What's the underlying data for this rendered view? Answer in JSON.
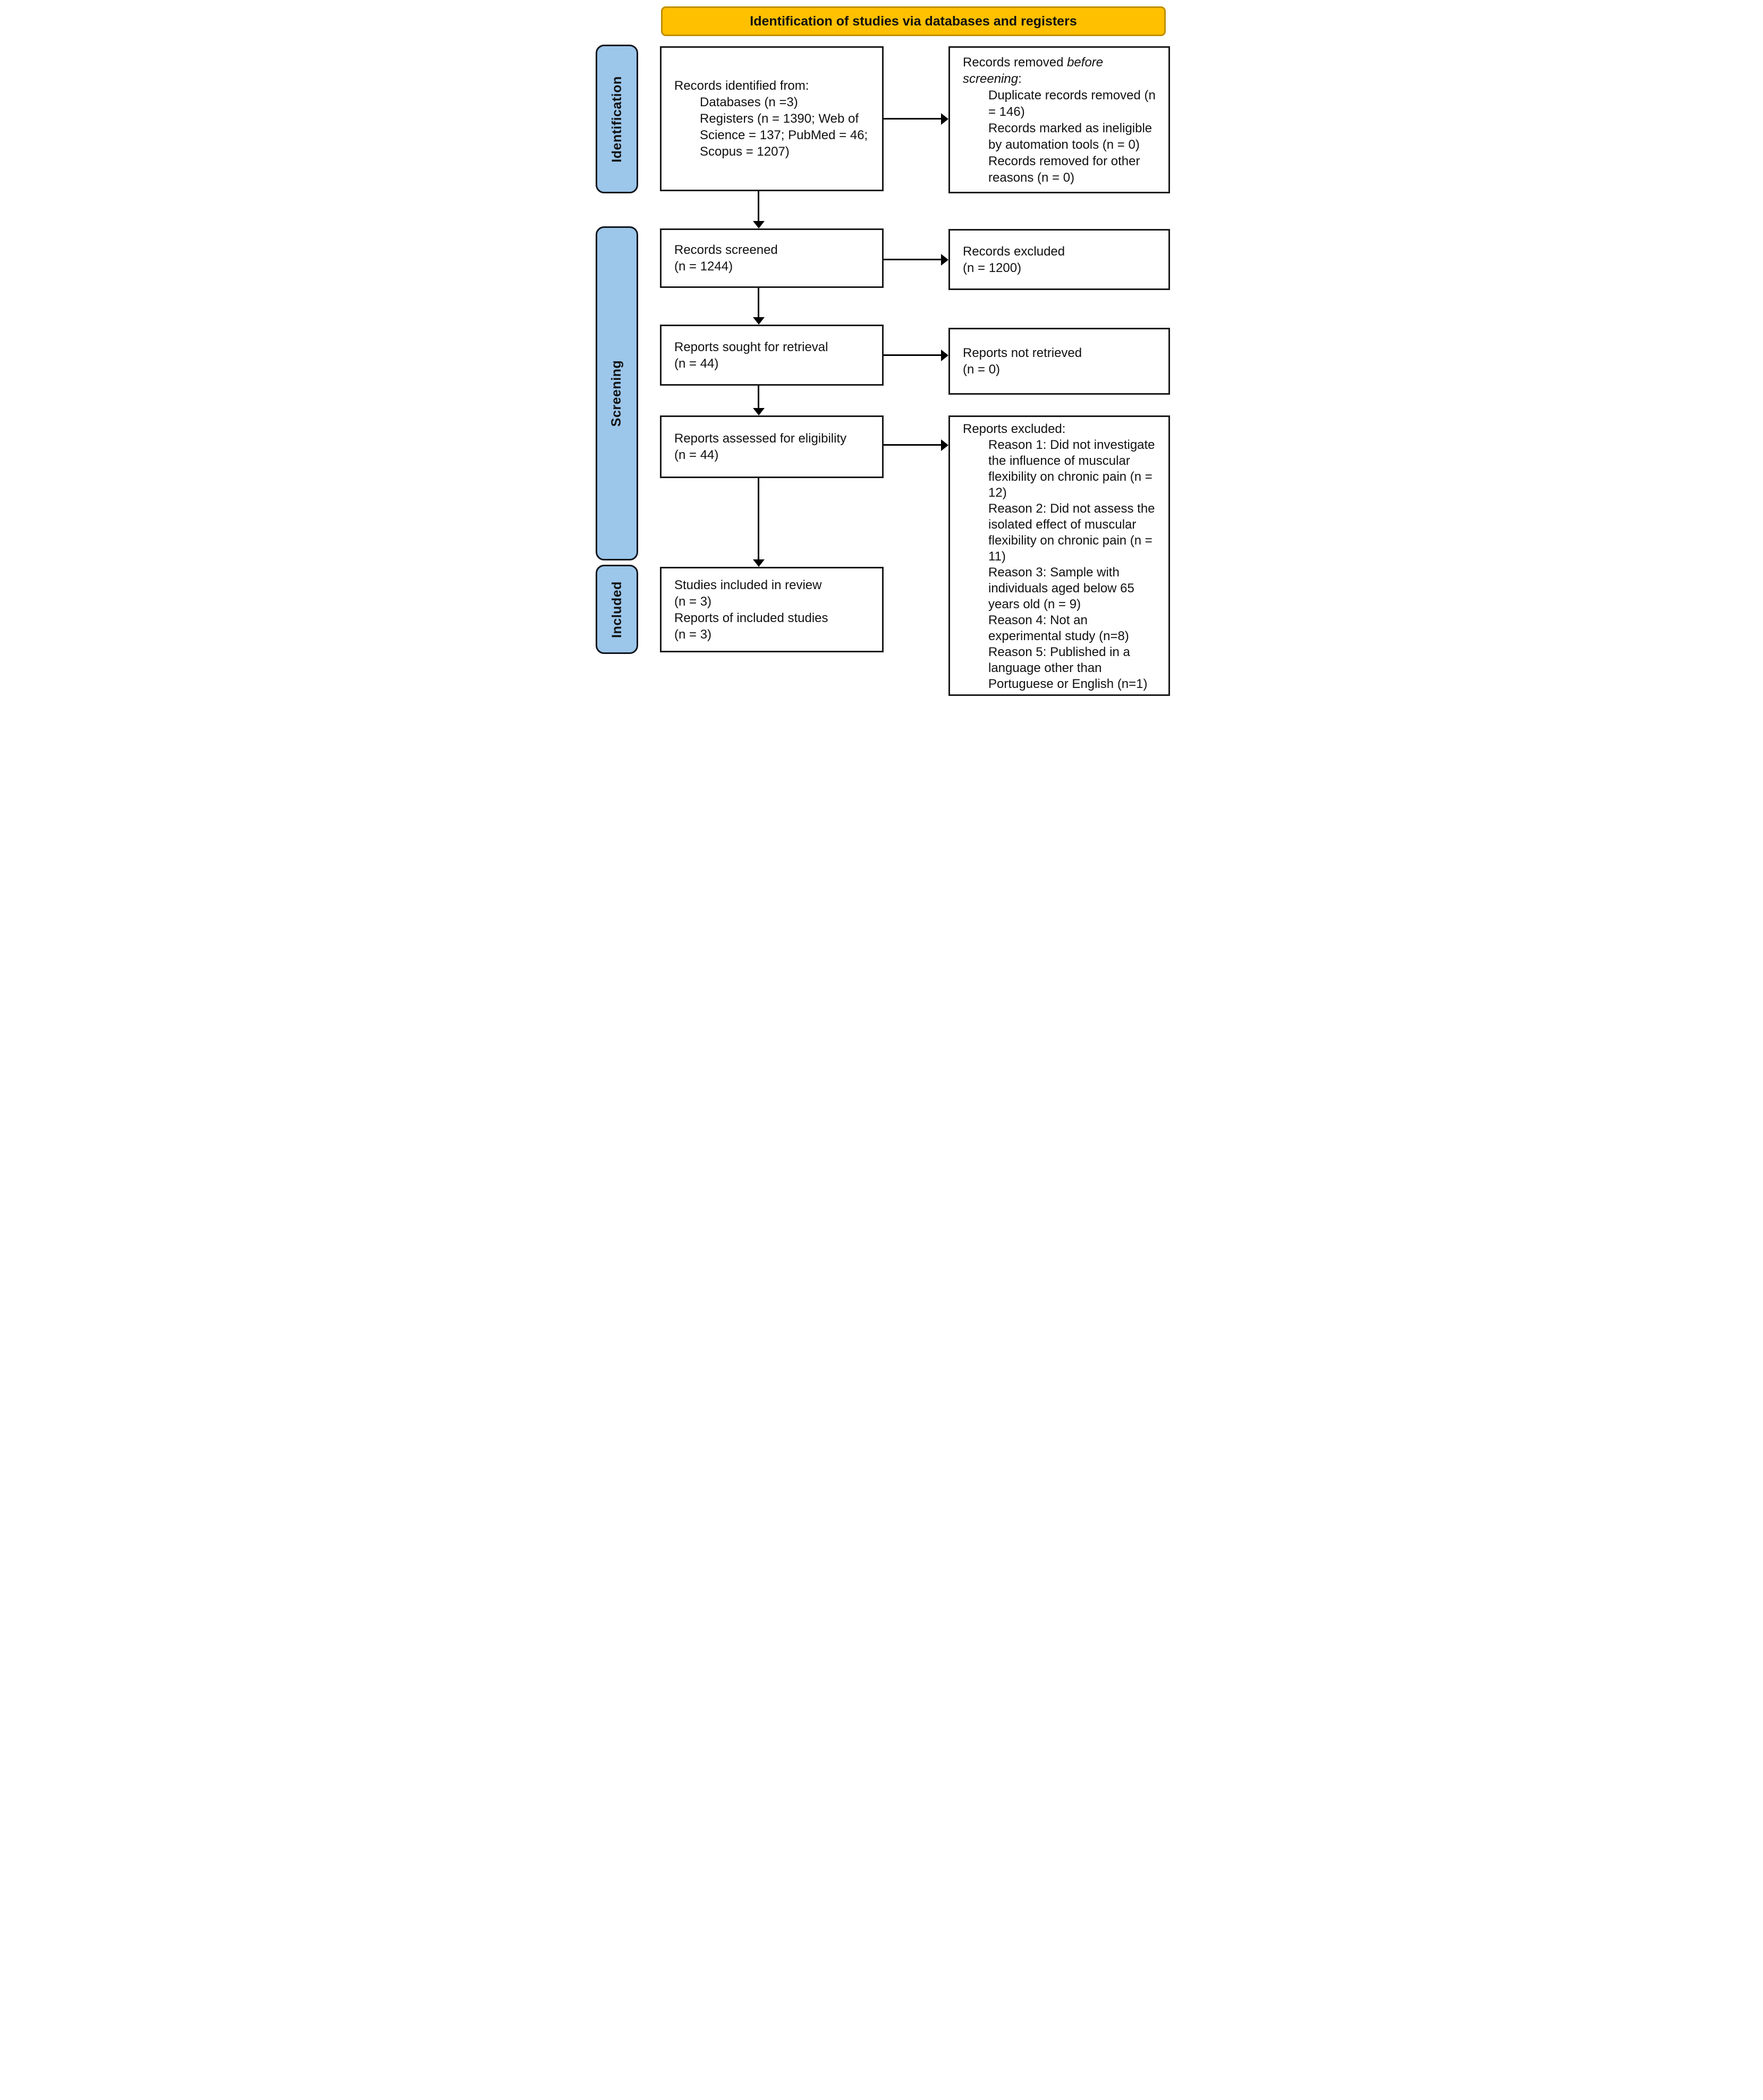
{
  "banner": {
    "title": "Identification of studies via databases and registers"
  },
  "sidebar": {
    "stages": [
      {
        "label": "Identification"
      },
      {
        "label": "Screening"
      },
      {
        "label": "Included"
      }
    ]
  },
  "boxes": {
    "records_identified": {
      "lead": "Records identified from:",
      "items": [
        "Databases (n =3)",
        "Registers (n = 1390; Web of Science = 137; PubMed = 46; Scopus = 1207)"
      ]
    },
    "records_removed": {
      "lead_lines": [
        {
          "normal": "Records removed ",
          "italic": "before"
        },
        {
          "italic": "screening",
          "normal": ":"
        }
      ],
      "items": [
        "Duplicate records removed (n = 146)",
        "Records marked as ineligible by automation tools (n = 0)",
        "Records removed for other reasons (n = 0)"
      ]
    },
    "records_screened": {
      "lines": [
        "Records screened",
        "(n = 1244)"
      ]
    },
    "records_excluded": {
      "lines": [
        "Records excluded",
        "(n = 1200)"
      ]
    },
    "reports_sought": {
      "lines": [
        "Reports sought for retrieval",
        "(n = 44)"
      ]
    },
    "reports_not_retrieved": {
      "lines": [
        "Reports not retrieved",
        "(n = 0)"
      ]
    },
    "reports_assessed": {
      "lines": [
        "Reports assessed for eligibility",
        "(n = 44)"
      ]
    },
    "reports_excluded": {
      "lead": "Reports excluded:",
      "items": [
        "Reason 1: Did not investigate the influence of muscular flexibility on chronic pain (n = 12)",
        "Reason 2: Did not assess the isolated effect of muscular flexibility on chronic pain (n = 11)",
        "Reason 3: Sample with individuals aged below 65 years old (n = 9)",
        "Reason 4: Not an experimental study (n=8)",
        "Reason 5: Published in a language other than Portuguese or English (n=1)"
      ]
    },
    "studies_included": {
      "lines": [
        "Studies included in review",
        "(n = 3)",
        "Reports of included studies",
        "(n = 3)"
      ]
    }
  },
  "colors": {
    "banner_bg": "#FFC000",
    "banner_border": "#BF8F00",
    "stage_bg": "#9CC6EA",
    "stage_border": "#10151C",
    "box_border": "#1A1A1A",
    "arrow": "#000000"
  }
}
